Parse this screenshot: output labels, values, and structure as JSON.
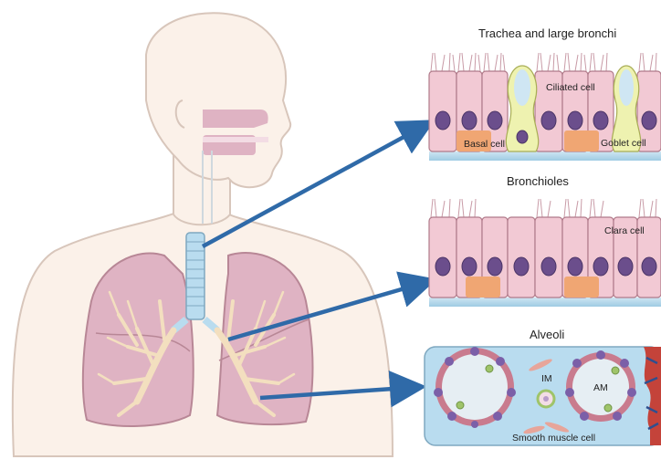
{
  "diagram": {
    "panels": [
      {
        "title": "Trachea and large bronchi",
        "labels": [
          "Ciliated cell",
          "Basal cell",
          "Goblet cell"
        ]
      },
      {
        "title": "Bronchioles",
        "labels": [
          "Clara cell"
        ]
      },
      {
        "title": "Alveoli",
        "labels": [
          "IM",
          "AM",
          "Smooth muscle cell"
        ]
      }
    ]
  },
  "colors": {
    "arrow": "#2f6aa8",
    "cell_fill": "#f2c9d4",
    "cell_stroke": "#b07a8a",
    "nucleus": "#6b4e8c",
    "basal": "#f0a673",
    "goblet": "#eef2b0",
    "alveolus_bg": "#b9dcef",
    "lung": "#dfb3c3",
    "skin": "#fbf1e9"
  }
}
